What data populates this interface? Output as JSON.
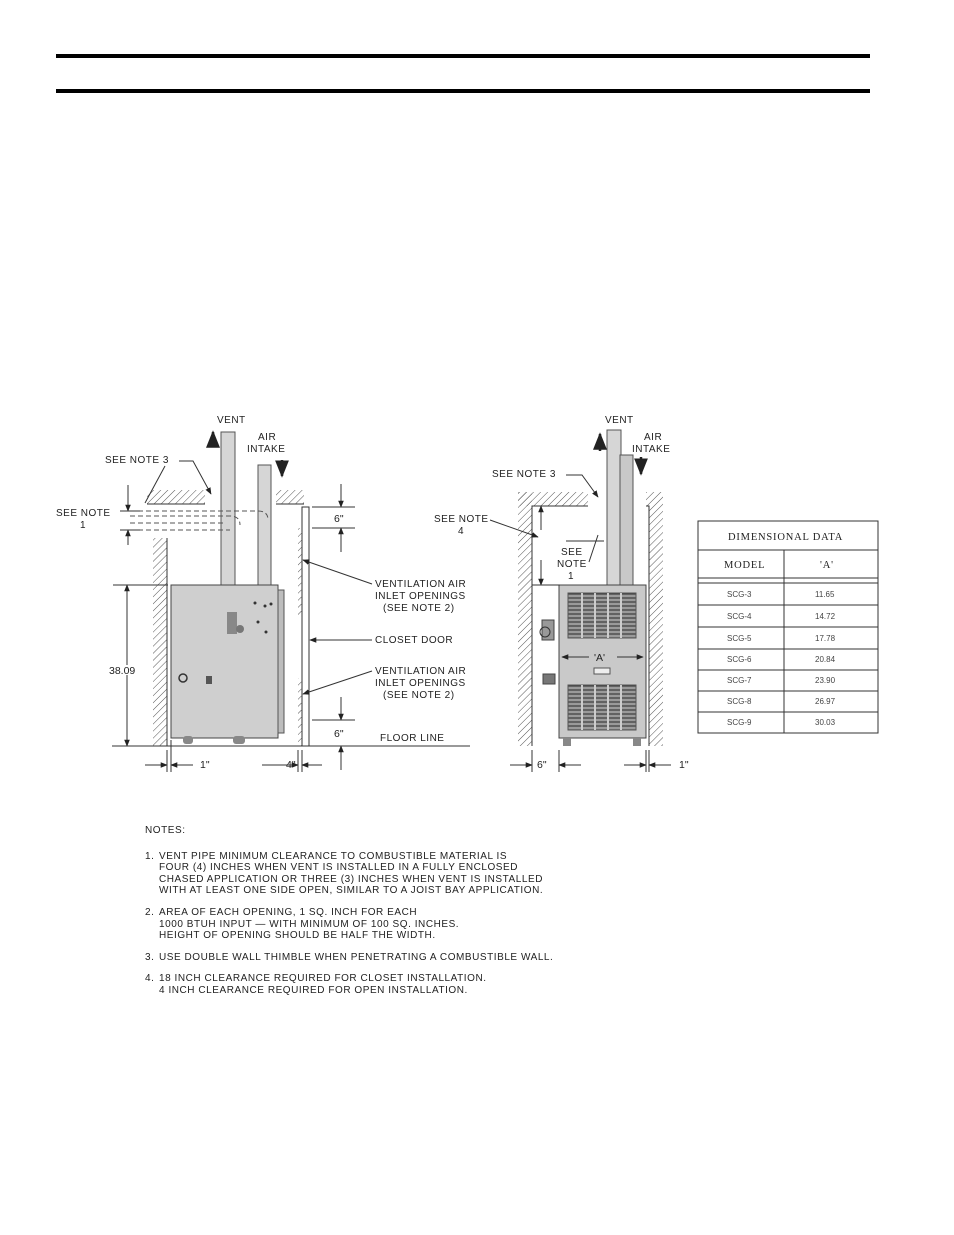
{
  "left_view": {
    "vent": "VENT",
    "air_intake": [
      "AIR",
      "INTAKE"
    ],
    "see_note_3": "SEE NOTE 3",
    "see_note_1": [
      "SEE NOTE",
      "1"
    ],
    "height_dim": "38.09",
    "top_dim": "6\"",
    "bottom_dim": "6\"",
    "vent_air_upper": [
      "VENTILATION AIR",
      "INLET OPENINGS",
      "(SEE NOTE 2)"
    ],
    "closet_door": "CLOSET DOOR",
    "vent_air_lower": [
      "VENTILATION AIR",
      "INLET OPENINGS",
      "(SEE NOTE 2)"
    ],
    "floor_line": "FLOOR LINE",
    "left_clearance": "1\"",
    "door_clearance": "4\""
  },
  "right_view": {
    "vent": "VENT",
    "air_intake": [
      "AIR",
      "INTAKE"
    ],
    "see_note_3": "SEE NOTE 3",
    "see_note_4": [
      "SEE NOTE",
      "4"
    ],
    "see_note_1": [
      "SEE",
      "NOTE",
      "1"
    ],
    "width_label": "'A'",
    "left_clearance": "6\"",
    "right_clearance": "1\""
  },
  "dimensional_table": {
    "title": "DIMENSIONAL DATA",
    "headers": [
      "MODEL",
      "'A'"
    ],
    "rows": [
      [
        "SCG-3",
        "11.65"
      ],
      [
        "SCG-4",
        "14.72"
      ],
      [
        "SCG-5",
        "17.78"
      ],
      [
        "SCG-6",
        "20.84"
      ],
      [
        "SCG-7",
        "23.90"
      ],
      [
        "SCG-8",
        "26.97"
      ],
      [
        "SCG-9",
        "30.03"
      ]
    ]
  },
  "notes": {
    "title": "NOTES:",
    "items": [
      {
        "num": "1.",
        "lines": [
          "VENT PIPE MINIMUM CLEARANCE TO COMBUSTIBLE MATERIAL IS",
          "FOUR (4) INCHES WHEN VENT IS INSTALLED IN A FULLY ENCLOSED",
          "CHASED APPLICATION OR THREE (3) INCHES WHEN VENT IS INSTALLED",
          "WITH AT LEAST ONE SIDE OPEN, SIMILAR TO A JOIST BAY APPLICATION."
        ]
      },
      {
        "num": "2.",
        "lines": [
          "AREA OF EACH OPENING, 1 SQ. INCH FOR EACH",
          "1000 BTUH INPUT — WITH MINIMUM OF 100 SQ. INCHES.",
          "HEIGHT OF OPENING SHOULD BE HALF THE WIDTH."
        ]
      },
      {
        "num": "3.",
        "lines": [
          "USE DOUBLE WALL THIMBLE WHEN PENETRATING A COMBUSTIBLE WALL."
        ]
      },
      {
        "num": "4.",
        "lines": [
          "18 INCH CLEARANCE REQUIRED FOR CLOSET INSTALLATION.",
          "4 INCH CLEARANCE REQUIRED FOR OPEN INSTALLATION."
        ]
      }
    ]
  }
}
